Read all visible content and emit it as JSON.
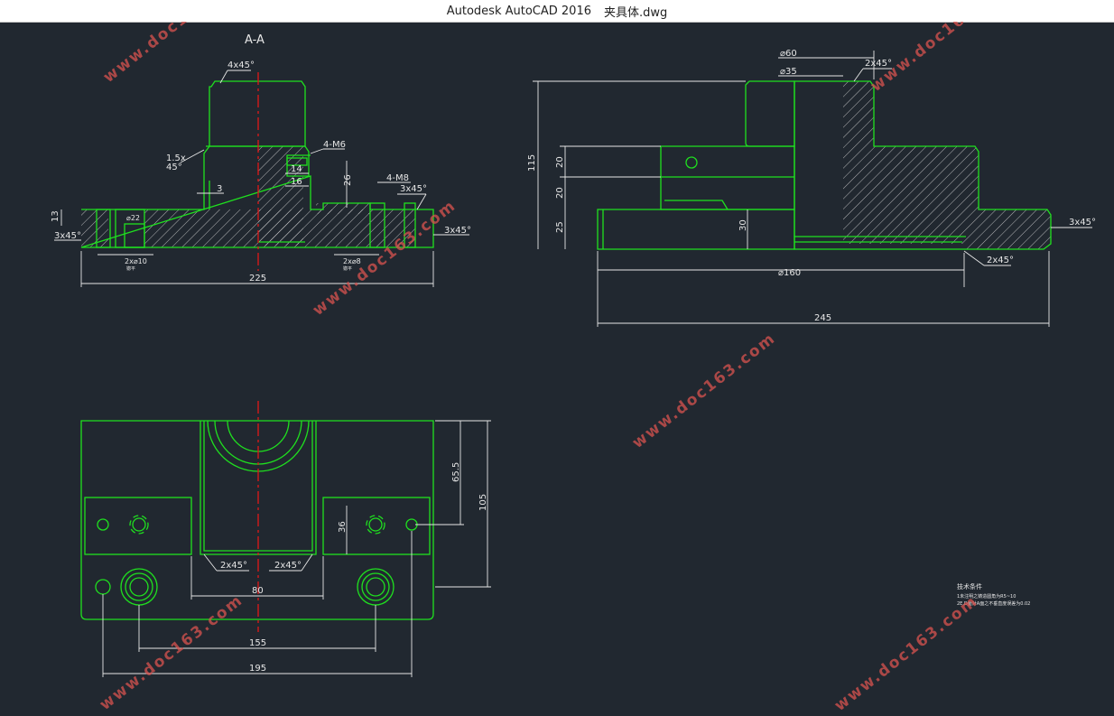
{
  "window": {
    "app_name": "Autodesk AutoCAD 2016",
    "file_name": "夹具体.dwg"
  },
  "drawing": {
    "section_label": "A-A",
    "dims_section": {
      "chamfer_top": "4x45°",
      "chamfer_left_a": "1.5x",
      "chamfer_left_b": "45°",
      "dim_3": "3",
      "thread_m6": "4-M6",
      "dim_14": "14",
      "dim_16": "16",
      "dim_26": "26",
      "thread_m8": "4-M8",
      "chamfer_right": "3x45°",
      "chamfer_right2": "3x45°",
      "dim_13": "13",
      "chamfer_left_bottom": "3x45°",
      "dia_22": "⌀22",
      "dia_10": "2x⌀10",
      "dia_8": "2x⌀8",
      "tiny_a": "锪平",
      "tiny_b": "锪平",
      "dim_225": "225"
    },
    "dims_side": {
      "dia_60": "⌀60",
      "dia_35": "⌀35",
      "chamfer_top": "2x45°",
      "dim_115": "115",
      "dim_20a": "20",
      "dim_20b": "20",
      "dim_25": "25",
      "dim_30": "30",
      "chamfer_right": "3x45°",
      "chamfer_bottom": "2x45°",
      "dia_160": "⌀160",
      "dim_245": "245"
    },
    "dims_plan": {
      "dim_65_5": "65.5",
      "dim_105": "105",
      "dim_36": "36",
      "chamfer_l": "2x45°",
      "chamfer_r": "2x45°",
      "dim_80": "80",
      "dim_155": "155",
      "dim_195": "195"
    },
    "tech_notes": {
      "title": "技术条件",
      "line1": "1未注明之铸造圆角为R5~10",
      "line2": "2E,D面对A面之不垂直度误差为0.02"
    },
    "watermark": "www.doc163.com"
  },
  "colors": {
    "background": "#212830",
    "geometry": "#1fe01f",
    "dimension": "#e6e6e6",
    "centerline": "#e01818",
    "watermark": "#d9534f"
  }
}
